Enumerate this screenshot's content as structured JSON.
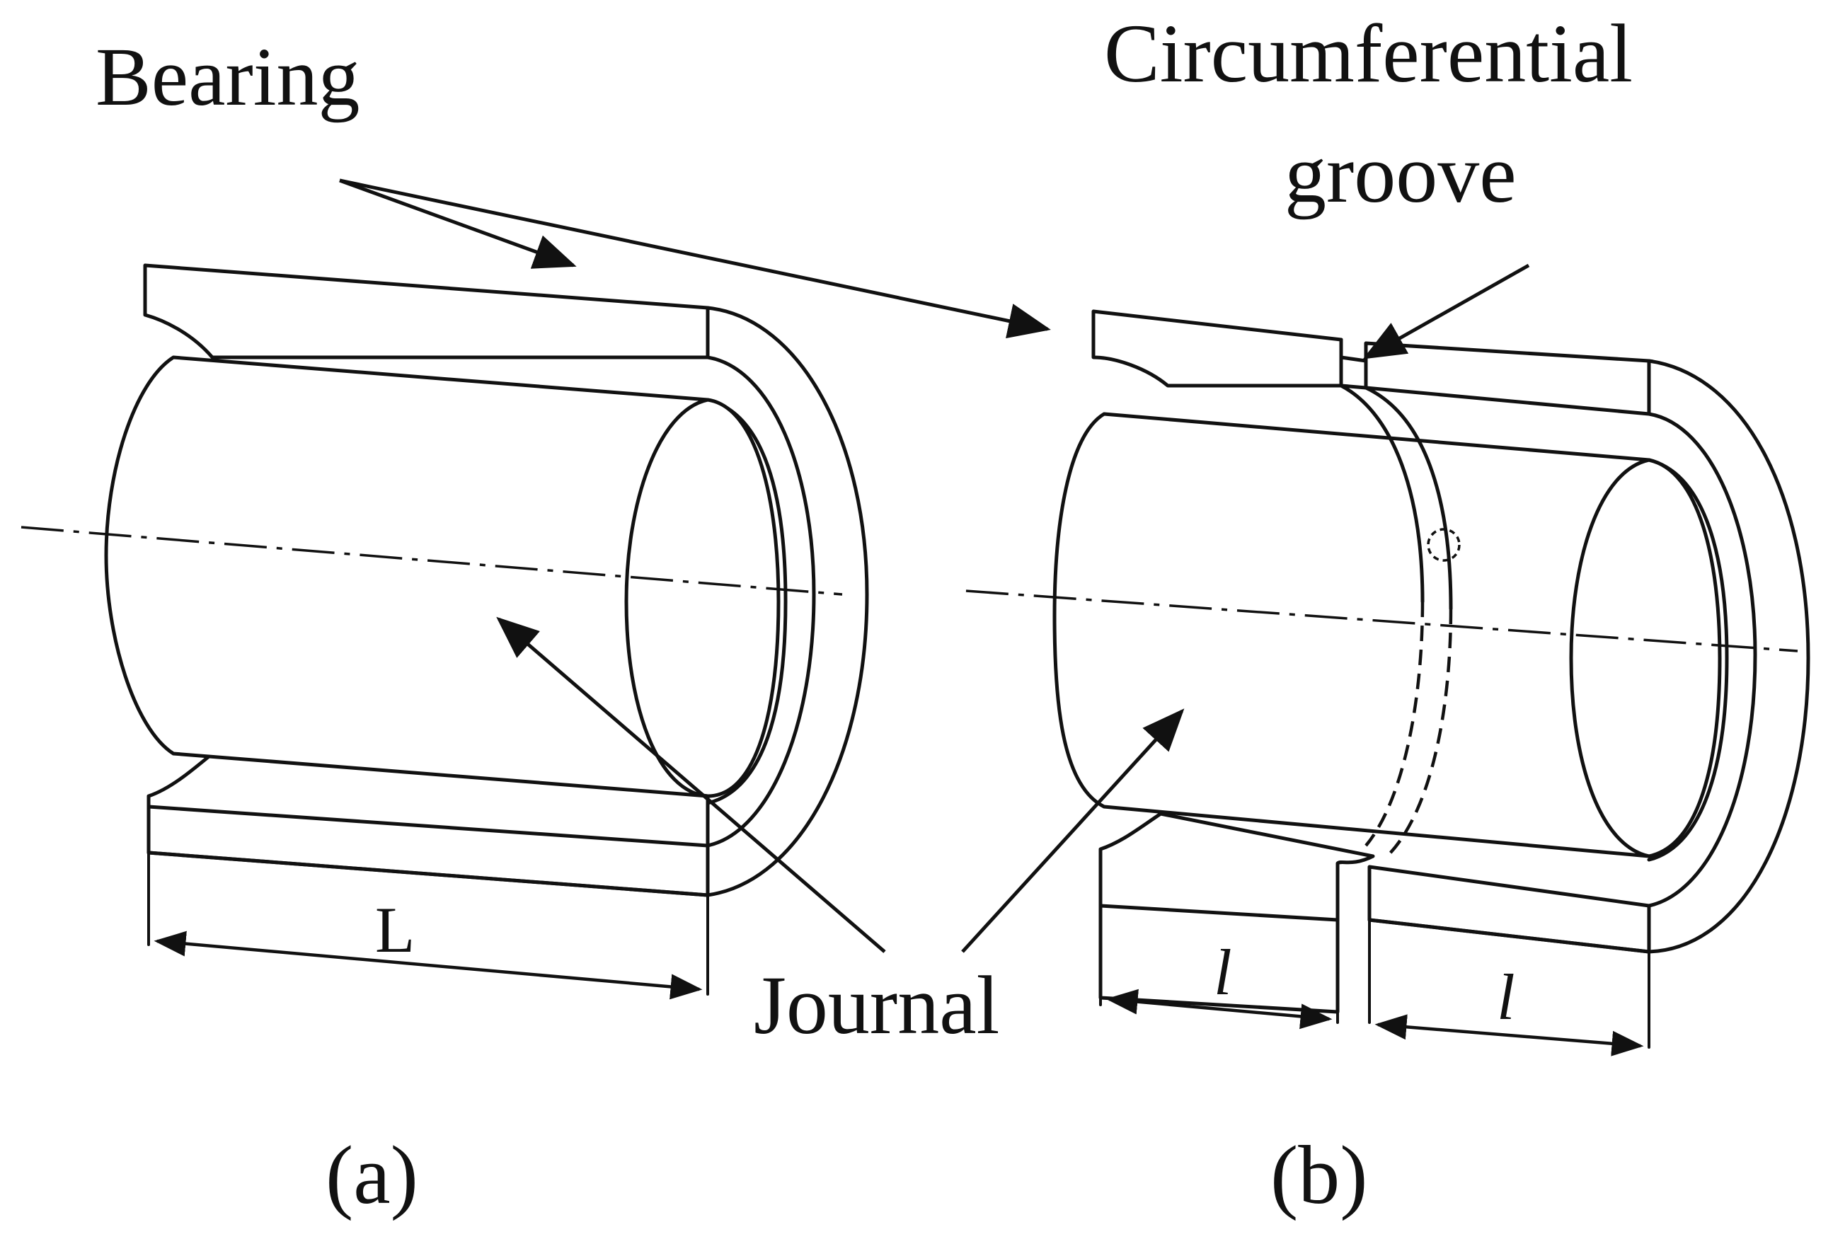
{
  "labels": {
    "bearing": "Bearing",
    "groove_line1": "Circumferential",
    "groove_line2": "groove",
    "journal": "Journal",
    "length_full": "L",
    "length_left": "l",
    "length_right": "l",
    "caption_a": "(a)",
    "caption_b": "(b)"
  }
}
